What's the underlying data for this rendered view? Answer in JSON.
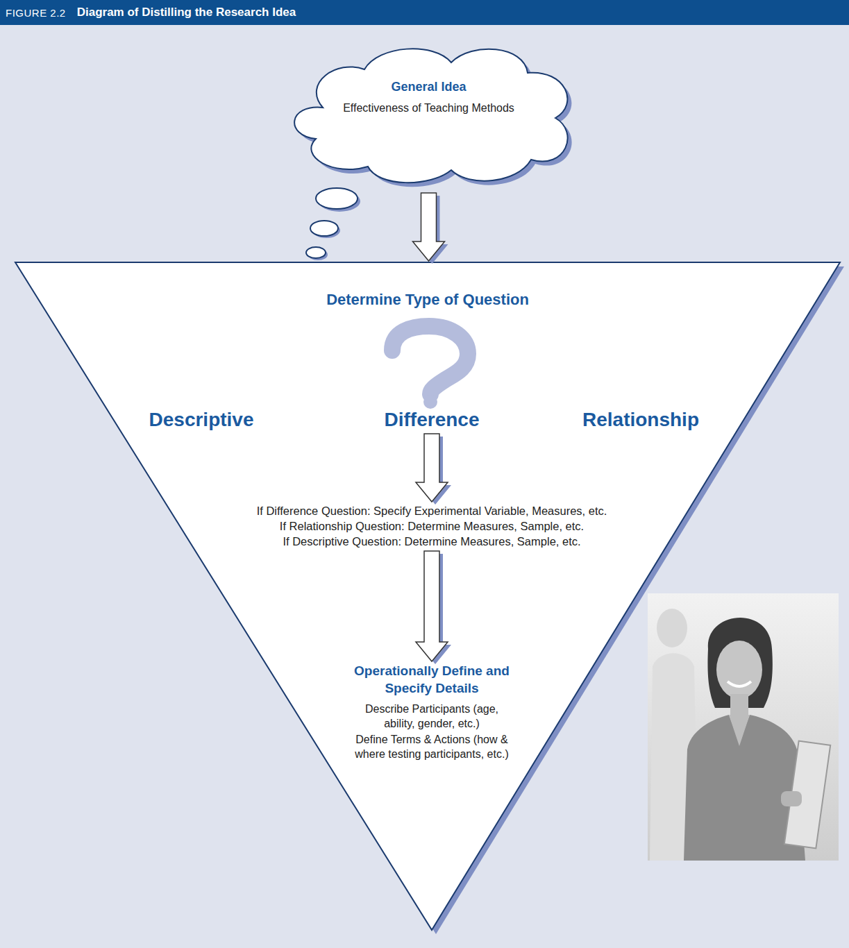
{
  "diagram": {
    "title": "Diagram of Distilling the Research Idea",
    "nodes": [
      {
        "text": [
          "General Idea",
          "Effectiveness of Teaching Methods"
        ]
      },
      {
        "text": [
          "Determine Type of Question"
        ]
      },
      {
        "text": [
          "Descriptive"
        ],
        "in": 1
      },
      {
        "text": [
          "Difference"
        ],
        "in": 1
      },
      {
        "text": [
          "Relationship"
        ],
        "in": 1
      },
      {
        "text": [
          "If Difference Question: Specify Experimental Variable, Measures, etc.",
          "If Relationship Question: Determine Measures, Sample, etc.",
          "If Descriptive Question: Determine Measures, Sample, etc."
        ],
        "in": 1
      },
      {
        "text": [
          "Operationally Define and Specify Details",
          "Describe Participants (age, ability, gender, etc.)",
          "Define Terms & Actions (how & where testing participants, etc.)"
        ],
        "in": 1
      }
    ],
    "edges": [
      {
        "from": 0,
        "to": 1,
        "arrow": "to"
      },
      {
        "from": 3,
        "to": 5,
        "arrow": "to"
      },
      {
        "from": 5,
        "to": 6,
        "arrow": "to"
      }
    ],
    "labels": [
      "FIGURE 2.2"
    ]
  }
}
